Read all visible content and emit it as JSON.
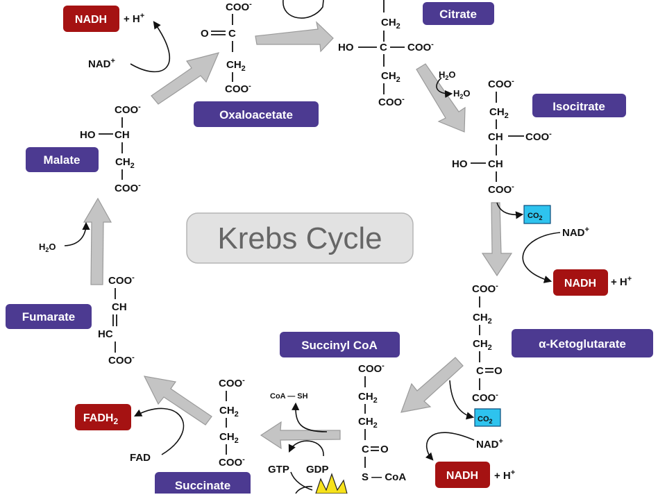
{
  "title": "Krebs Cycle",
  "colors": {
    "label_bg": "#4c3a91",
    "energy_bg": "#a51212",
    "co2_bg": "#2ec3ee",
    "cycle_arrow": "#c4c4c4",
    "title_bg": "#e2e2e2"
  },
  "compounds": {
    "citrate": "Citrate",
    "isocitrate": "Isocitrate",
    "alpha_ketoglutarate": "α-Ketoglutarate",
    "succinyl_coa": "Succinyl CoA",
    "succinate": "Succinate",
    "fumarate": "Fumarate",
    "malate": "Malate",
    "oxaloacetate": "Oxaloacetate"
  },
  "cofactors": {
    "nadh": "NADH",
    "h_plus": "+ H",
    "plus_sup": "+",
    "nad": "NAD",
    "fadh2": "FADH",
    "fad": "FAD",
    "co2": "CO",
    "h2o": "H",
    "sub2": "2",
    "o_char": "O",
    "coa_sh": "CoA — SH",
    "gtp": "GTP",
    "gdp": "GDP"
  },
  "formula": {
    "coo": "COO",
    "minus": "-",
    "ch2": "CH",
    "ch": "CH",
    "c_eq_o_left": "O",
    "c": "C",
    "ho": "HO",
    "hc": "HC",
    "s_coa": "S — CoA",
    "o": "O"
  }
}
